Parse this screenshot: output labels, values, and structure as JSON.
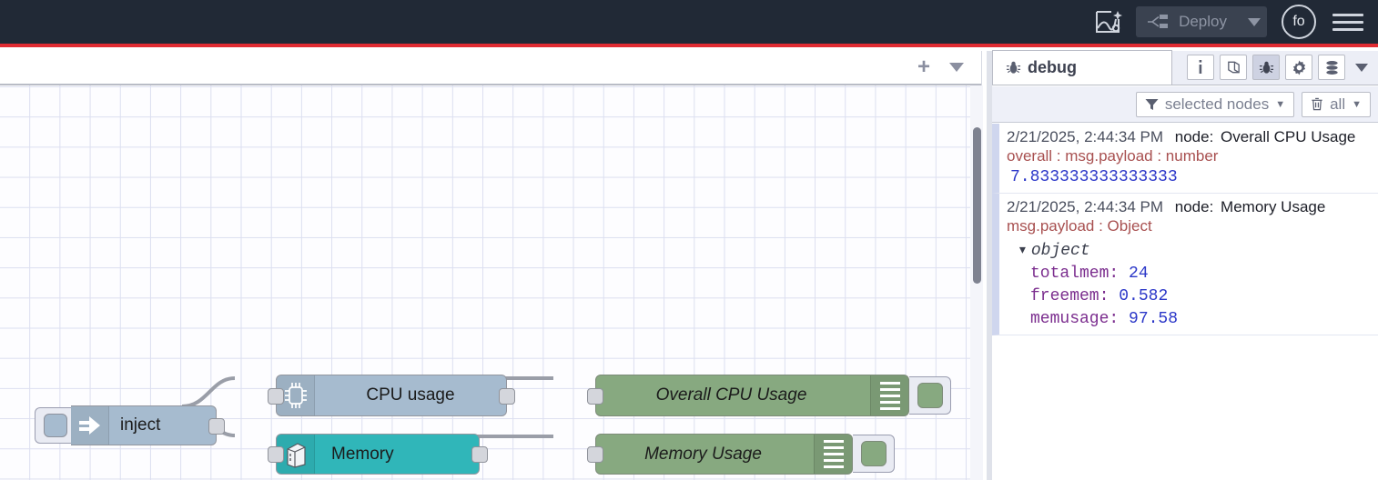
{
  "header": {
    "ai_icon": "flow-sparkle-icon",
    "deploy_label": "Deploy",
    "deploy_icon": "deploy-nodes-icon",
    "deploy_caret": "chevron-down-icon",
    "avatar_initials": "fo",
    "menu_icon": "hamburger-menu-icon",
    "accent_color": "#e02b32",
    "bar_color": "#212936"
  },
  "workspace": {
    "tabbar": {
      "add_label": "+",
      "menu_icon": "chevron-down-icon"
    },
    "nodes": [
      {
        "id": "inject",
        "label": "inject",
        "icon": "inject-arrow-icon",
        "color": "#a6bbcf",
        "button": "inject-trigger-button"
      },
      {
        "id": "cpu",
        "label": "CPU usage",
        "icon": "cpu-chip-icon",
        "color": "#a6bbcf"
      },
      {
        "id": "memory",
        "label": "Memory",
        "icon": "server-tower-icon",
        "color": "#30b6b9"
      },
      {
        "id": "debug-cpu",
        "label": "Overall CPU Usage",
        "icon": "debug-lines-icon",
        "color": "#87a980",
        "toggle": "debug-enable-toggle"
      },
      {
        "id": "debug-mem",
        "label": "Memory Usage",
        "icon": "debug-lines-icon",
        "color": "#87a980",
        "toggle": "debug-enable-toggle"
      }
    ]
  },
  "sidebar": {
    "tab_label": "debug",
    "tab_icon": "bug-icon",
    "tools": [
      {
        "name": "info-icon",
        "glyph": "i",
        "active": false
      },
      {
        "name": "help-book-icon",
        "glyph": "book",
        "active": false
      },
      {
        "name": "debug-bug-icon",
        "glyph": "bug",
        "active": true
      },
      {
        "name": "config-gear-icon",
        "glyph": "gear",
        "active": false
      },
      {
        "name": "context-data-icon",
        "glyph": "database",
        "active": false
      },
      {
        "name": "more-chevron-icon",
        "glyph": "caret",
        "active": false
      }
    ],
    "filter_label": "selected nodes",
    "filter_icon": "funnel-icon",
    "clear_label": "all",
    "clear_icon": "trash-icon",
    "messages": [
      {
        "timestamp": "2/21/2025, 2:44:34 PM",
        "node_prefix": "node:",
        "node_name": "Overall CPU Usage",
        "topic": "overall : msg.payload : number",
        "value": "7.833333333333333",
        "type": "number"
      },
      {
        "timestamp": "2/21/2025, 2:44:34 PM",
        "node_prefix": "node:",
        "node_name": "Memory Usage",
        "topic": "msg.payload : Object",
        "type": "object",
        "object_label": "object",
        "properties": [
          {
            "key": "totalmem",
            "value": "24"
          },
          {
            "key": "freemem",
            "value": "0.582"
          },
          {
            "key": "memusage",
            "value": "97.58"
          }
        ]
      }
    ]
  }
}
